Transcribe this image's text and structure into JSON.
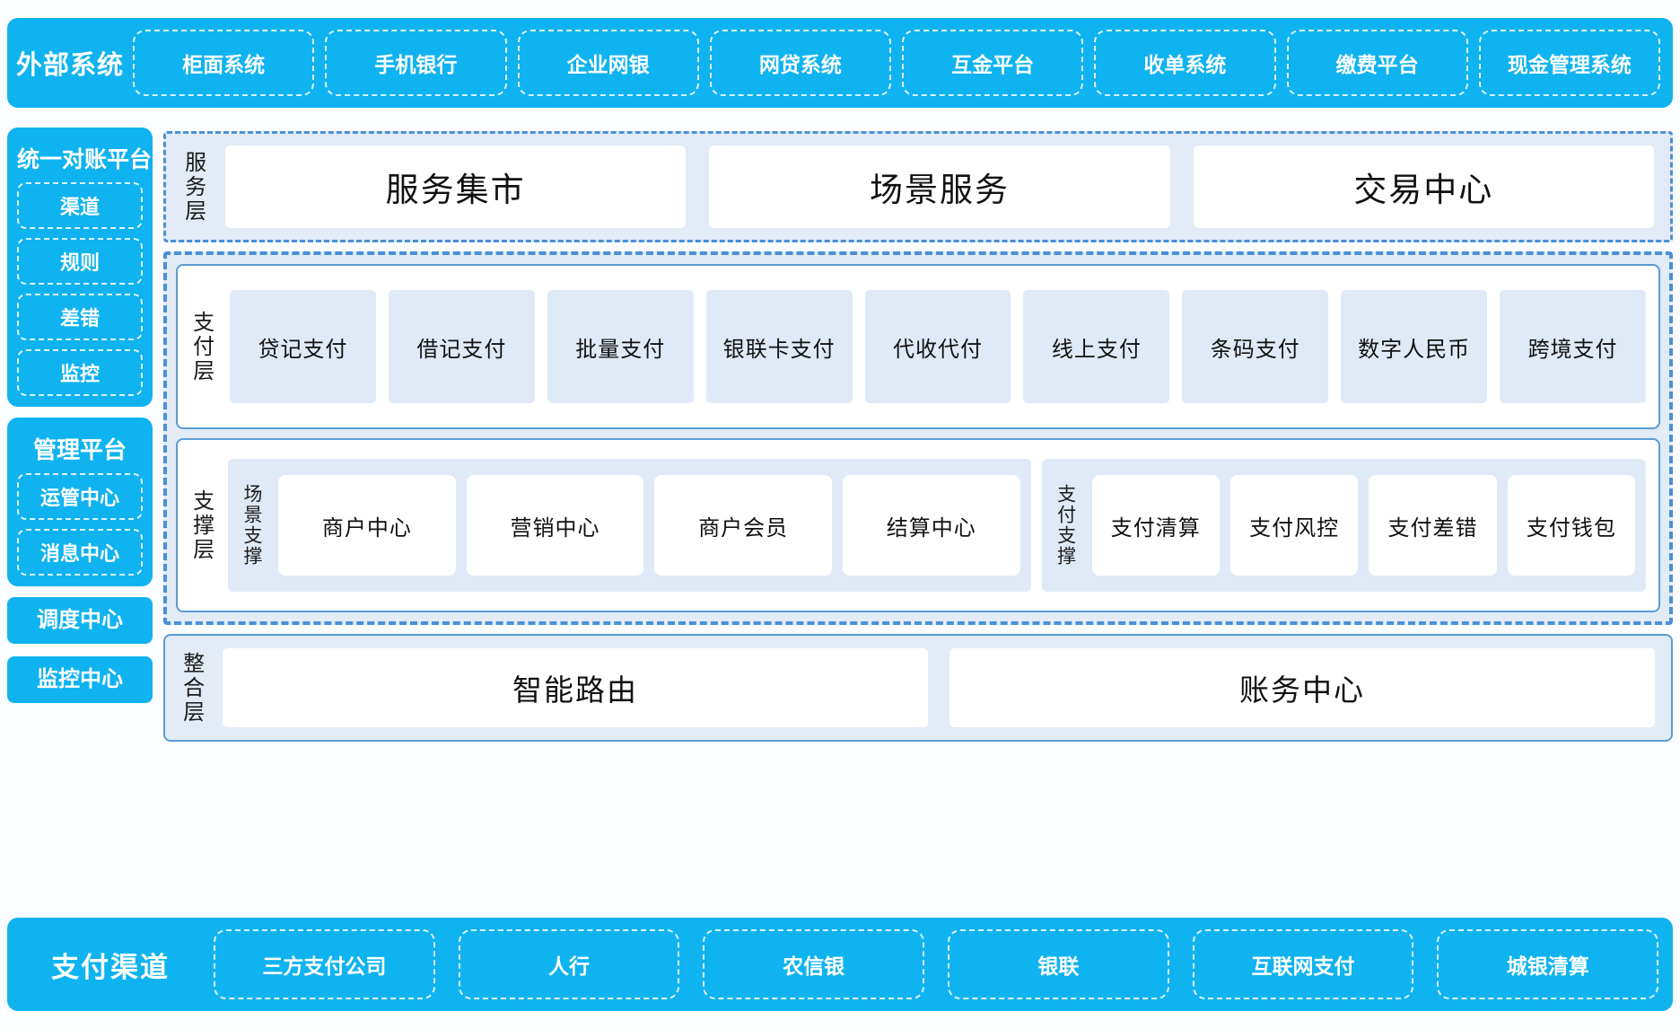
{
  "external": {
    "title": "外部系统",
    "items": [
      {
        "label": "柜面系统"
      },
      {
        "label": "手机银行"
      },
      {
        "label": "企业网银"
      },
      {
        "label": "网贷系统"
      },
      {
        "label": "互金平台"
      },
      {
        "label": "收单系统"
      },
      {
        "label": "缴费平台"
      },
      {
        "label": "现金管理系统"
      }
    ]
  },
  "left_rail": {
    "recon_platform": {
      "title": "统一对账平台",
      "items": [
        {
          "label": "渠道"
        },
        {
          "label": "规则"
        },
        {
          "label": "差错"
        },
        {
          "label": "监控"
        }
      ]
    },
    "manage_platform": {
      "title": "管理平台",
      "items": [
        {
          "label": "运管中心"
        },
        {
          "label": "消息中心"
        }
      ]
    },
    "standalone": [
      {
        "label": "调度中心"
      },
      {
        "label": "监控中心"
      }
    ]
  },
  "service_layer": {
    "label": "服务层",
    "cards": [
      {
        "label": "服务集市"
      },
      {
        "label": "场景服务"
      },
      {
        "label": "交易中心"
      }
    ]
  },
  "payment_layer": {
    "label": "支付层",
    "cards": [
      {
        "label": "贷记支付"
      },
      {
        "label": "借记支付"
      },
      {
        "label": "批量支付"
      },
      {
        "label": "银联卡支付"
      },
      {
        "label": "代收代付"
      },
      {
        "label": "线上支付"
      },
      {
        "label": "条码支付"
      },
      {
        "label": "数字人民币"
      },
      {
        "label": "跨境支付"
      }
    ]
  },
  "support_layer": {
    "label": "支撑层",
    "groups": [
      {
        "label": "场景支撑",
        "cards": [
          {
            "label": "商户中心"
          },
          {
            "label": "营销中心"
          },
          {
            "label": "商户会员"
          },
          {
            "label": "结算中心"
          }
        ]
      },
      {
        "label": "支付支撑",
        "cards": [
          {
            "label": "支付清算"
          },
          {
            "label": "支付风控"
          },
          {
            "label": "支付差错"
          },
          {
            "label": "支付钱包"
          }
        ]
      }
    ]
  },
  "integration_layer": {
    "label": "整合层",
    "cards": [
      {
        "label": "智能路由"
      },
      {
        "label": "账务中心"
      }
    ]
  },
  "channels": {
    "title": "支付渠道",
    "items": [
      {
        "label": "三方支付公司"
      },
      {
        "label": "人行"
      },
      {
        "label": "农信银"
      },
      {
        "label": "银联"
      },
      {
        "label": "互联网支付"
      },
      {
        "label": "城银清算"
      }
    ]
  },
  "colors": {
    "brand_cyan": "#0fb3ef",
    "panel_light_blue": "#e2ebf6",
    "card_light_blue": "#e0eaf6",
    "border_blue": "#5b9bd5",
    "dash_blue": "#4a90d9",
    "white": "#ffffff"
  }
}
